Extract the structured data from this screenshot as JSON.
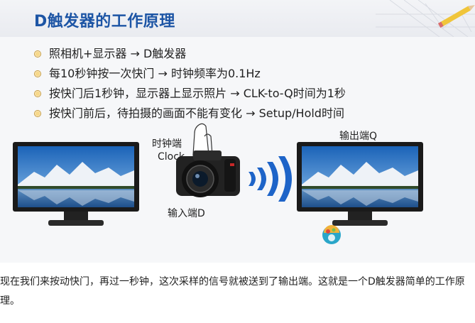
{
  "slide": {
    "title": "D触发器的工作原理",
    "bullets": [
      "照相机+显示器 → D触发器",
      "每10秒钟按一次快门 → 时钟频率为0.1Hz",
      "按快门后1秒钟，显示器上显示照片 → CLK-to-Q时间为1秒",
      "按快门前后，待拍摄的画面不能有变化 → Setup/Hold时间"
    ],
    "labels": {
      "clock_cn": "时钟端",
      "clock_en": "Clock",
      "input": "输入端D",
      "output": "输出端Q"
    },
    "colors": {
      "title": "#1d55a5",
      "bullet_accent": "#c69a3a",
      "signal_waves": "#1e64c8"
    }
  },
  "article": {
    "paragraph": "现在我们来按动快门，再过一秒钟，这次采样的信号就被送到了输出端。这就是一个D触发器简单的工作原理。"
  }
}
